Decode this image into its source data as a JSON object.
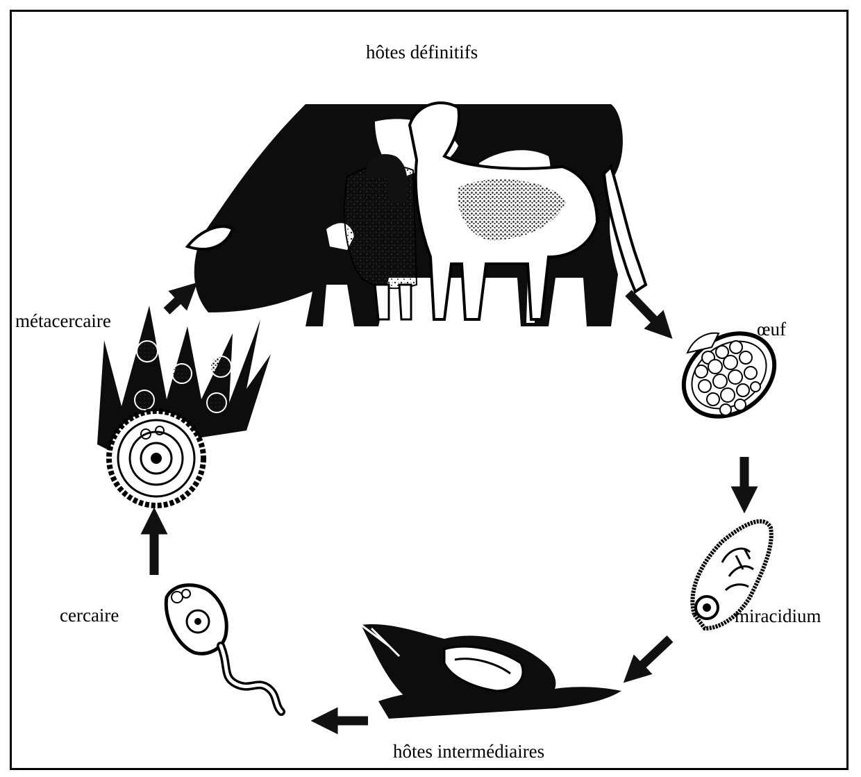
{
  "labels": {
    "definitive_hosts": "hôtes définitifs",
    "egg": "œuf",
    "miracidium": "miracidium",
    "intermediate_hosts": "hôtes intermédiaires",
    "cercaria": "cercaire",
    "metacercaria": "métacercaire"
  }
}
